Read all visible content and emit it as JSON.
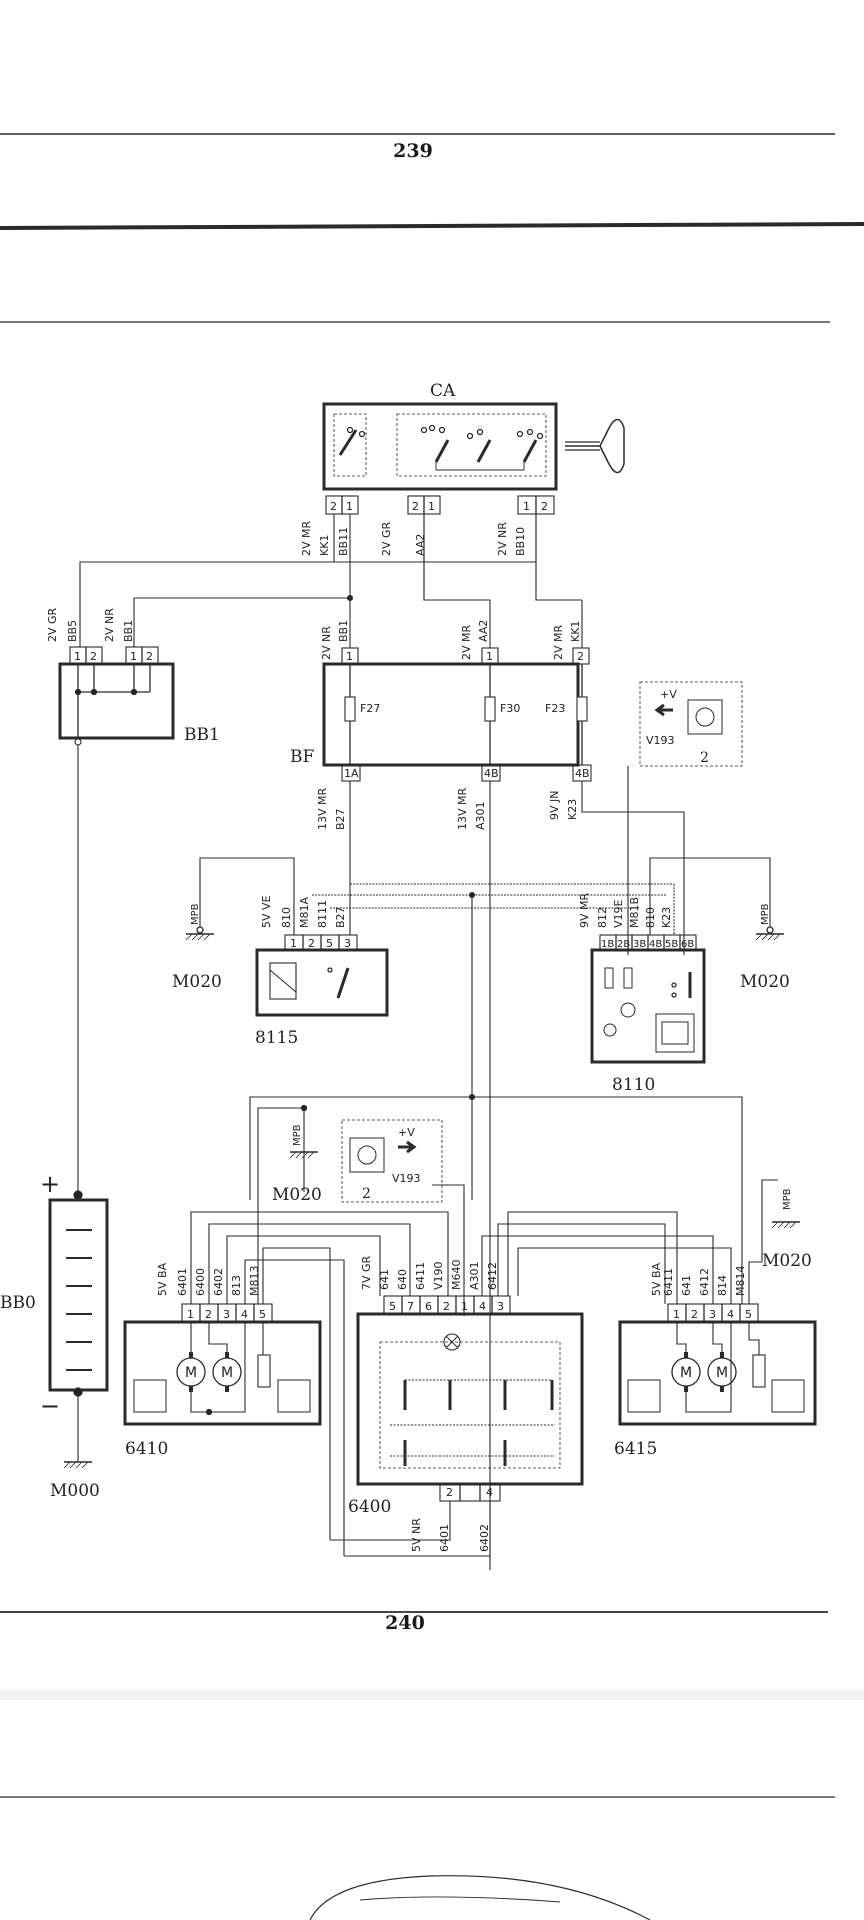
{
  "pages": {
    "top_number": "239",
    "bottom_number": "240"
  },
  "components": {
    "ca": "CA",
    "bb1": "BB1",
    "bf": "BF",
    "bb0": "BB0",
    "m000": "M000",
    "m020": "M020",
    "c8115": "8115",
    "c8110": "8110",
    "c6410": "6410",
    "c6400": "6400",
    "c6415": "6415",
    "lamp_ref": "2",
    "lamp_supply": "+V",
    "lamp_wire": "V193",
    "ground": "MPB",
    "motor": "M"
  },
  "connectors": {
    "ca": [
      {
        "label": "2V MR",
        "pins": [
          "2",
          "1"
        ],
        "wires": [
          "KK1",
          "BB11"
        ]
      },
      {
        "label": "2V GR",
        "pins": [
          "2",
          "1"
        ],
        "wires": [
          "AA2"
        ]
      },
      {
        "label": "2V NR",
        "pins": [
          "1",
          "2"
        ],
        "wires": [
          "BB10"
        ]
      }
    ],
    "bb1": {
      "label": "2V GR",
      "pins": [
        "1",
        "2"
      ],
      "wires": [
        "BB5"
      ],
      "label2": "2V NR",
      "pins2": [
        "1",
        "2"
      ],
      "wires2": [
        "BB1"
      ]
    },
    "bf_top": [
      {
        "label": "2V NR",
        "pin": "1",
        "wire": "BB1"
      },
      {
        "label": "2V MR",
        "pin": "1",
        "wire": "AA2"
      },
      {
        "label": "2V MR",
        "pin": "2",
        "wire": "KK1"
      }
    ],
    "bf_fuses": [
      "F27",
      "F30",
      "F23"
    ],
    "bf_bottom": [
      {
        "label": "13V MR",
        "pin": "1A",
        "wire": "B27"
      },
      {
        "label": "13V MR",
        "pin": "4B",
        "wire": "A301"
      },
      {
        "label": "9V JN",
        "pin": "4B",
        "wire": "K23"
      }
    ],
    "c8115": {
      "label": "5V VE",
      "pins": [
        "1",
        "2",
        "5",
        "3"
      ],
      "wires": [
        "810",
        "M81A",
        "8111",
        "B27"
      ]
    },
    "c8110": {
      "label": "9V MR",
      "pins": [
        "1B",
        "2B",
        "3B",
        "4B",
        "5B",
        "6B"
      ],
      "wires": [
        "812",
        "V19E",
        "M81B",
        "810",
        "K23"
      ]
    },
    "c6410": {
      "label": "5V BA",
      "pins": [
        "1",
        "2",
        "3",
        "4",
        "5"
      ],
      "wires": [
        "6401",
        "6400",
        "6402",
        "813",
        "M813"
      ]
    },
    "c6400": {
      "label": "7V GR",
      "pins": [
        "5",
        "7",
        "6",
        "2",
        "1",
        "4",
        "3"
      ],
      "wires": [
        "641",
        "640",
        "6411",
        "V190",
        "M640",
        "A301",
        "6412"
      ]
    },
    "c6400_bottom": {
      "label": "5V NR",
      "pins": [
        "2",
        "4"
      ],
      "wires": [
        "6401",
        "6402"
      ]
    },
    "c6415": {
      "label": "5V BA",
      "pins": [
        "1",
        "2",
        "3",
        "4",
        "5"
      ],
      "wires": [
        "6411",
        "641",
        "6412",
        "814",
        "M814"
      ]
    }
  },
  "battery_signs": {
    "plus": "+",
    "minus": "−"
  }
}
